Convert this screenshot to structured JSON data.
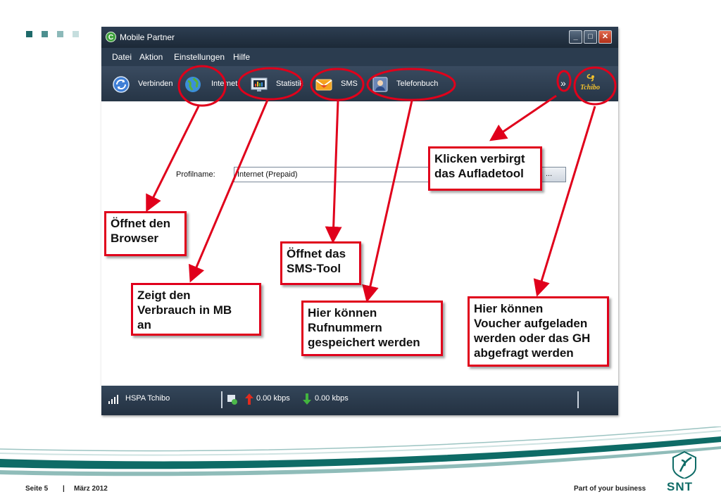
{
  "slide": {
    "bullet_colors": [
      "#1e6a6a",
      "#4d8f8f",
      "#8cb9b9",
      "#c6dede"
    ]
  },
  "window": {
    "title": "Mobile Partner",
    "app_icon_glyph": "C",
    "menu": [
      "Datei",
      "Aktion",
      "Einstellungen",
      "Hilfe"
    ],
    "toolbar": {
      "connect": "Verbinden",
      "internet": "Internet",
      "statistics": "Statistik",
      "sms": "SMS",
      "phonebook": "Telefonbuch",
      "more": "»",
      "brand": "Tchibo"
    },
    "profile": {
      "label": "Profilname:",
      "value": "Internet (Prepaid)",
      "button": "..."
    },
    "status": {
      "network": "HSPA  Tchibo",
      "upload": "0.00 kbps",
      "download": "0.00 kbps"
    }
  },
  "callouts": {
    "browser": "Öffnet den\nBrowser",
    "usage": "Zeigt den\nVerbrauch in MB\nan",
    "sms_tool": "Öffnet das\nSMS-Tool",
    "phone_numbers": "Hier können\nRufnummern\ngespeichert werden",
    "hide_tool": "Klicken verbirgt\ndas Aufladetool",
    "voucher": "Hier können\nVoucher aufgeladen\nwerden oder das GH\nabgefragt werden"
  },
  "footer": {
    "page": "Seite 5",
    "separator": "|",
    "date": "März 2012",
    "tagline": "Part of your business",
    "logo_text": "SNT"
  },
  "colors": {
    "accent_red": "#e0001b",
    "footer_teal": "#0e6b66"
  }
}
